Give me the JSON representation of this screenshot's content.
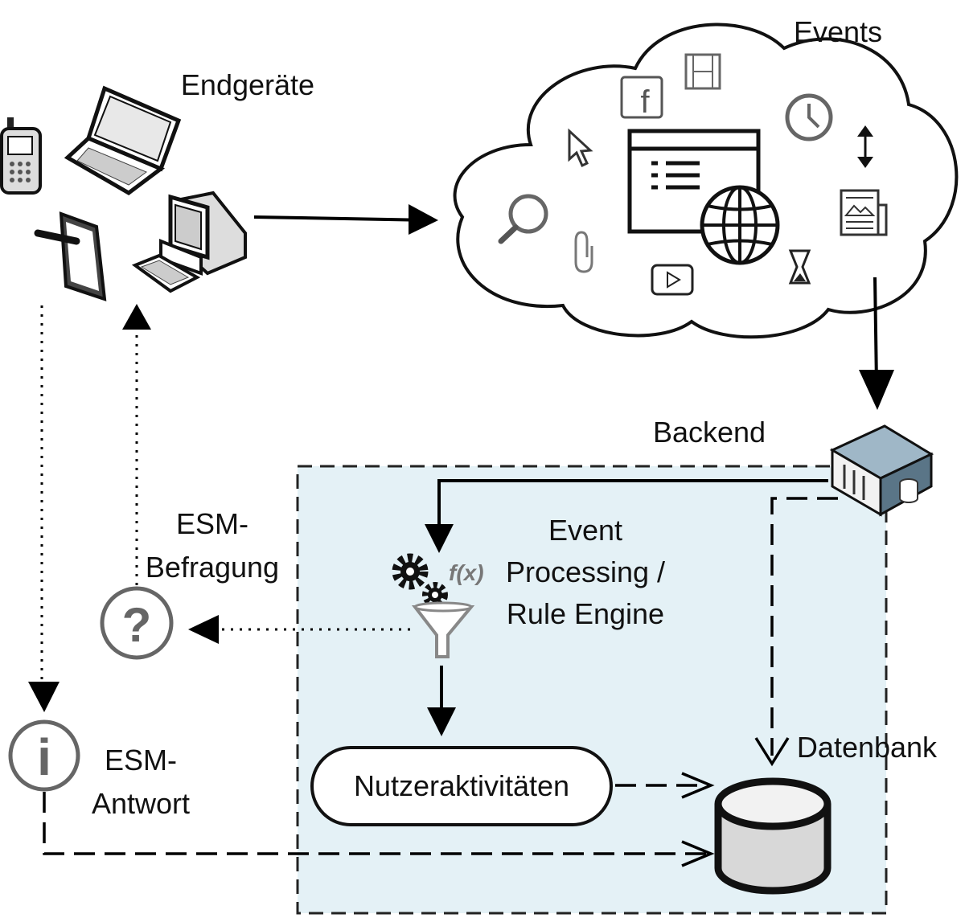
{
  "labels": {
    "endgeraete": "Endgeräte",
    "events": "Events",
    "backend": "Backend",
    "event_processing_line1": "Event",
    "event_processing_line2": "Processing /",
    "event_processing_line3": "Rule Engine",
    "esm_befragung_line1": "ESM-",
    "esm_befragung_line2": "Befragung",
    "esm_antwort_line1": "ESM-",
    "esm_antwort_line2": "Antwort",
    "datenbank": "Datenbank",
    "nutzeraktivitaeten": "Nutzeraktivitäten"
  },
  "icons": {
    "question": "?",
    "info": "i",
    "function": "f(x)",
    "facebook": "f"
  },
  "colors": {
    "backend_fill": "#e4f1f6",
    "stroke": "#111111",
    "icon_gray": "#666666"
  }
}
